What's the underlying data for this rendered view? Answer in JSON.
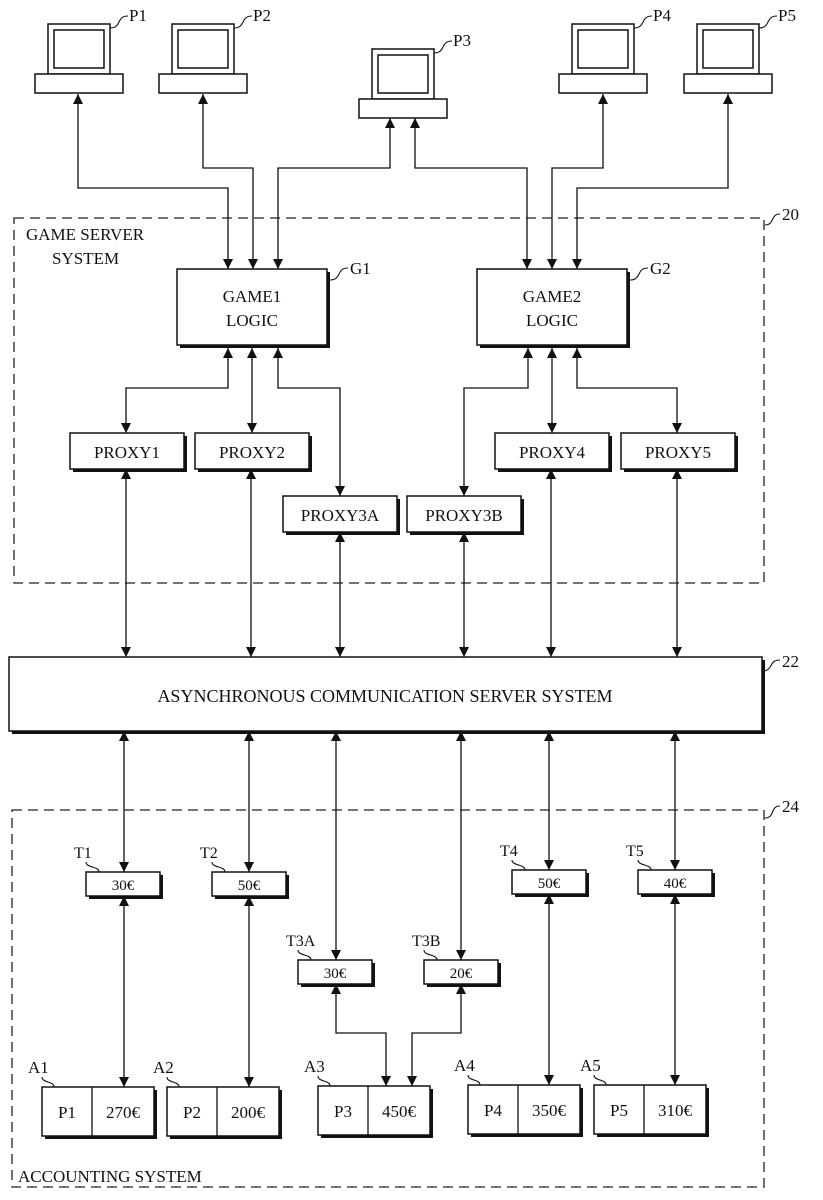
{
  "figure": {
    "game_server_system": {
      "ref": "20",
      "label_line1": "GAME SERVER",
      "label_line2": "SYSTEM"
    },
    "async_server": {
      "ref": "22",
      "label": "ASYNCHRONOUS COMMUNICATION SERVER SYSTEM"
    },
    "accounting_system": {
      "ref": "24",
      "label": "ACCOUNTING SYSTEM"
    },
    "terminals": [
      {
        "ref": "P1"
      },
      {
        "ref": "P2"
      },
      {
        "ref": "P3"
      },
      {
        "ref": "P4"
      },
      {
        "ref": "P5"
      }
    ],
    "games": [
      {
        "ref": "G1",
        "line1": "GAME1",
        "line2": "LOGIC"
      },
      {
        "ref": "G2",
        "line1": "GAME2",
        "line2": "LOGIC"
      }
    ],
    "proxies": [
      {
        "label": "PROXY1"
      },
      {
        "label": "PROXY2"
      },
      {
        "label": "PROXY3A"
      },
      {
        "label": "PROXY3B"
      },
      {
        "label": "PROXY4"
      },
      {
        "label": "PROXY5"
      }
    ],
    "transactions": [
      {
        "ref": "T1",
        "amount": "30€"
      },
      {
        "ref": "T2",
        "amount": "50€"
      },
      {
        "ref": "T3A",
        "amount": "30€"
      },
      {
        "ref": "T3B",
        "amount": "20€"
      },
      {
        "ref": "T4",
        "amount": "50€"
      },
      {
        "ref": "T5",
        "amount": "40€"
      }
    ],
    "accounts": [
      {
        "ref": "A1",
        "player": "P1",
        "balance": "270€"
      },
      {
        "ref": "A2",
        "player": "P2",
        "balance": "200€"
      },
      {
        "ref": "A3",
        "player": "P3",
        "balance": "450€"
      },
      {
        "ref": "A4",
        "player": "P4",
        "balance": "350€"
      },
      {
        "ref": "A5",
        "player": "P5",
        "balance": "310€"
      }
    ]
  }
}
